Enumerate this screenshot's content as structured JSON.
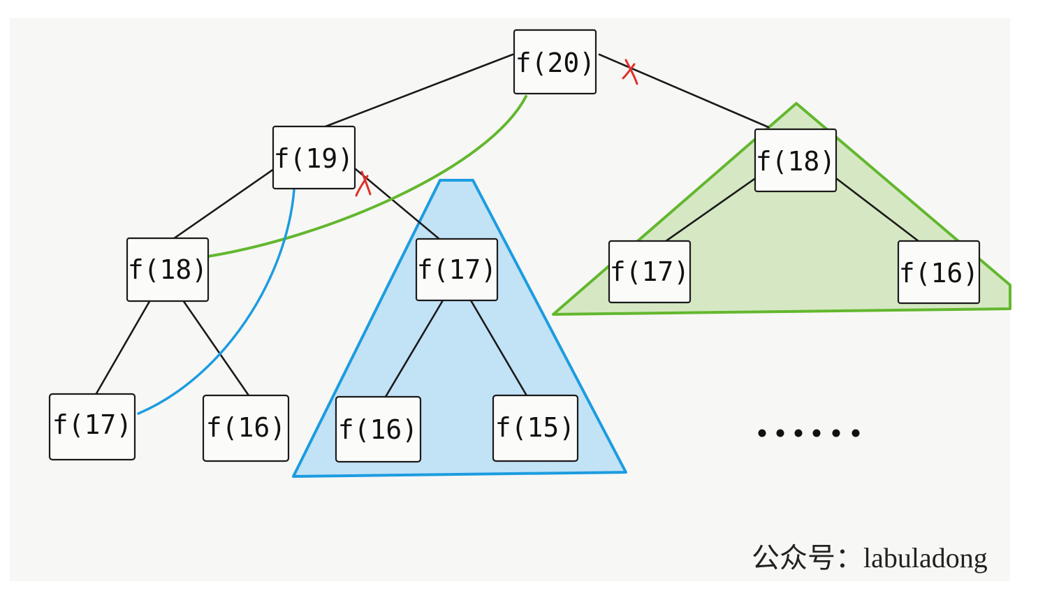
{
  "nodes": [
    {
      "id": "n20",
      "label": "f(20)"
    },
    {
      "id": "n19",
      "label": "f(19)"
    },
    {
      "id": "n18r",
      "label": "f(18)"
    },
    {
      "id": "n18l",
      "label": "f(18)"
    },
    {
      "id": "n17m",
      "label": "f(17)"
    },
    {
      "id": "n17g",
      "label": "f(17)"
    },
    {
      "id": "n16g",
      "label": "f(16)"
    },
    {
      "id": "n17ll",
      "label": "f(17)"
    },
    {
      "id": "n16ll",
      "label": "f(16)"
    },
    {
      "id": "n16b",
      "label": "f(16)"
    },
    {
      "id": "n15b",
      "label": "f(15)"
    }
  ],
  "colors": {
    "blue_fill": "#c2e2f6",
    "blue_stroke": "#1c9ce0",
    "green_fill": "#d5e8c3",
    "green_stroke": "#63b72e",
    "cross_mark": "#e0302a"
  },
  "ellipsis": "……",
  "watermark": "公众号：labuladong"
}
